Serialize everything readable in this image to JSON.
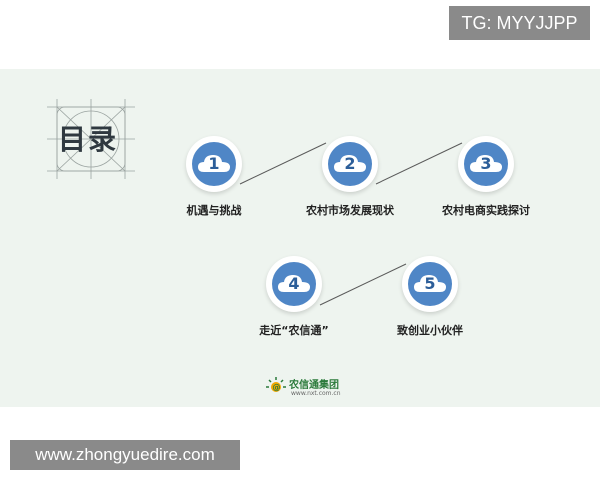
{
  "watermark_top": "TG: MYYJJPP",
  "watermark_bottom": "www.zhongyuedire.com",
  "toc_title": "目录",
  "colors": {
    "accent": "#4f86c6",
    "background": "#eef4ef",
    "logo_green": "#2a7a3a"
  },
  "steps": [
    {
      "number": "1",
      "label": "机遇与挑战",
      "icon": "cloud-icon"
    },
    {
      "number": "2",
      "label": "农村市场发展现状",
      "icon": "cloud-icon"
    },
    {
      "number": "3",
      "label": "农村电商实践探讨",
      "icon": "cloud-icon"
    },
    {
      "number": "4",
      "label": "走近“农信通”",
      "icon": "cloud-icon"
    },
    {
      "number": "5",
      "label": "致创业小伙伴",
      "icon": "cloud-icon"
    }
  ],
  "logo": {
    "name": "农信通集团",
    "url": "www.nxt.com.cn",
    "icon": "sun-at-logo-icon"
  }
}
